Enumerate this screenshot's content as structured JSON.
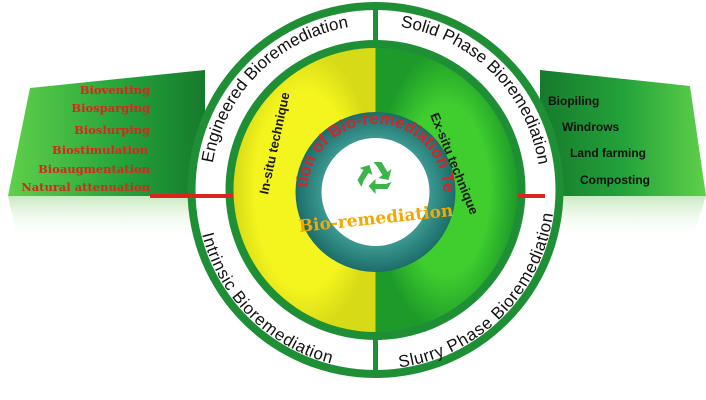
{
  "colors": {
    "dark_green": "#1e8e35",
    "bright_green": "#2ebd2a",
    "yellow": "#ecec1c",
    "red": "#d8261c",
    "teal": "#2a8580",
    "recycle": "#3bb54a"
  },
  "diagram": {
    "ring_labels": {
      "top_left": "Engineered Bioremediation",
      "top_right": "Solid Phase Bioremediation",
      "bottom_right": "Slurry Phase Bioremediation",
      "bottom_left": "Intrinsic Bioremediation"
    },
    "techniques": {
      "left": "In-situ technique",
      "right": "Ex-situ technique"
    },
    "classification_title": "Classification of Bio-remediation Techniques",
    "center_label": "Bio-remediation",
    "center_icon": "recycle-icon",
    "left_list": [
      "Bioventing",
      "Biosparging",
      "Bioslurping",
      "Biostimulation",
      "Bioaugmentation",
      "Natural attenuation"
    ],
    "right_list": [
      "Biopiling",
      "Windrows",
      "Land farming",
      "Composting"
    ]
  }
}
